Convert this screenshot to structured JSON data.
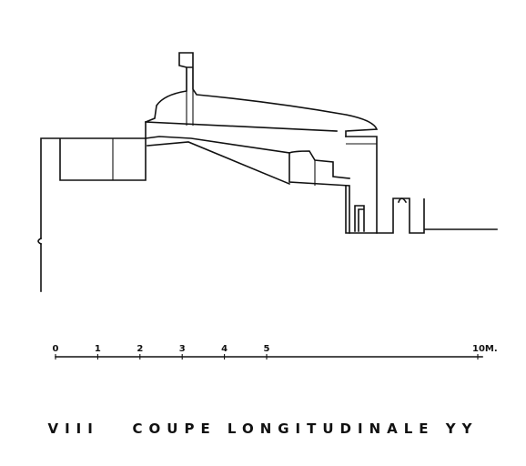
{
  "plate_number": "VIII",
  "plate_title": "COUPE LONGITUDINALE YY",
  "scale_bar": {
    "labels": [
      "0",
      "1",
      "2",
      "3",
      "4",
      "5",
      "10M."
    ],
    "values": [
      0,
      1,
      2,
      3,
      4,
      5,
      10
    ],
    "unit": "M."
  }
}
